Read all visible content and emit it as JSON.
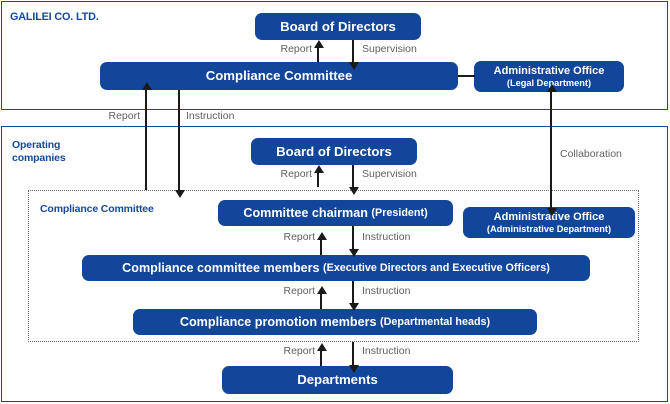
{
  "diagram": {
    "title_parent": "GALILEI CO. LTD.",
    "title_operating": "Operating\ncompanies",
    "label_operating_line1": "Operating",
    "label_operating_line2": "companies",
    "label_committee_region": "Compliance Committee"
  },
  "boxes": {
    "bod_parent": "Board of Directors",
    "compliance_committee_parent": "Compliance Committee",
    "admin_office_parent_line1": "Administrative Office",
    "admin_office_parent_line2": "(Legal Department)",
    "bod_operating": "Board of Directors",
    "chairman_main": "Committee chairman",
    "chairman_paren": "(President)",
    "admin_office_op_line1": "Administrative Office",
    "admin_office_op_line2": "(Administrative Department)",
    "members_main": "Compliance committee members",
    "members_paren": "(Executive Directors and Executive Officers)",
    "promotion_main": "Compliance promotion members",
    "promotion_paren": "(Departmental heads)",
    "departments": "Departments"
  },
  "arrow_labels": {
    "report": "Report",
    "supervision": "Supervision",
    "instruction": "Instruction",
    "collaboration": "Collaboration"
  },
  "colors": {
    "box_blue": "#12469b",
    "frame_blue": "#13499a",
    "arrow_black": "#1a1a1a",
    "label_gray": "#5f5f5f",
    "dotted_gray": "#6f6f6f"
  }
}
